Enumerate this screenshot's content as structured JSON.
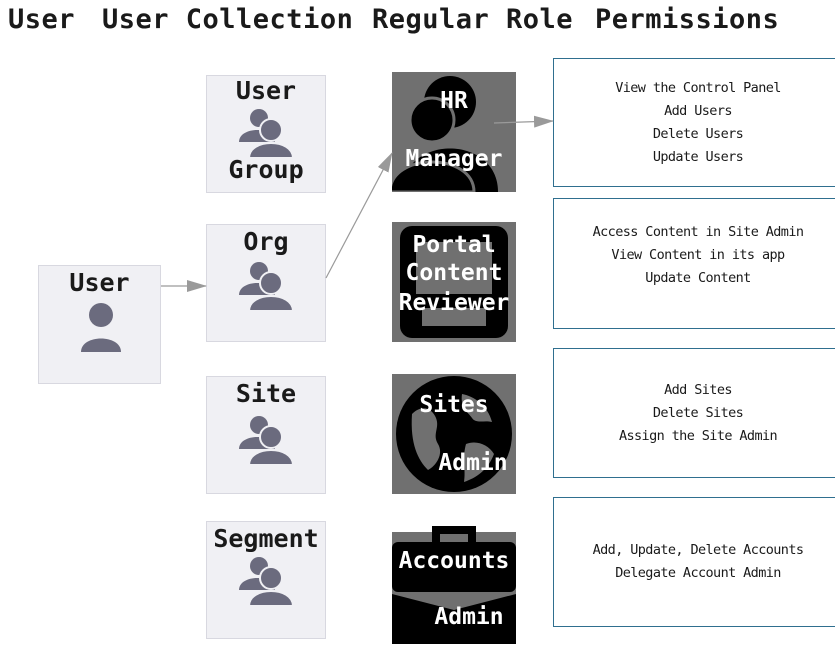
{
  "headers": [
    "User",
    "User Collection",
    "Regular Role",
    "Permissions"
  ],
  "user_box": {
    "label": "User",
    "icon": "user-icon"
  },
  "collections": [
    {
      "label_top": "User",
      "label_bottom": "Group",
      "icon": "users-icon"
    },
    {
      "label_top": "Org",
      "icon": "users-icon"
    },
    {
      "label_top": "Site",
      "icon": "users-icon"
    },
    {
      "label_top": "Segment",
      "icon": "users-icon"
    }
  ],
  "roles": [
    {
      "lines": [
        "HR",
        "Manager"
      ],
      "icon": "user-silhouette-icon"
    },
    {
      "lines": [
        "Portal",
        "Content",
        "Reviewer"
      ],
      "icon": "document-icon"
    },
    {
      "lines": [
        "Sites",
        "Admin"
      ],
      "icon": "globe-icon"
    },
    {
      "lines": [
        "Accounts",
        "Admin"
      ],
      "icon": "briefcase-icon"
    }
  ],
  "permissions": [
    [
      "View the Control Panel",
      "Add Users",
      "Delete Users",
      "Update Users"
    ],
    [
      "Access Content in Site Admin",
      "View Content in its app",
      "Update Content"
    ],
    [
      "Add Sites",
      "Delete Sites",
      "Assign the Site Admin"
    ],
    [
      "Add, Update, Delete Accounts",
      "Delegate Account Admin"
    ]
  ],
  "colors": {
    "icon": "#6b6b7e",
    "box_bg": "#f0f0f4",
    "role_bg": "#707070",
    "perm_border": "#2f6f8f",
    "arrow": "#9a9a9a"
  }
}
